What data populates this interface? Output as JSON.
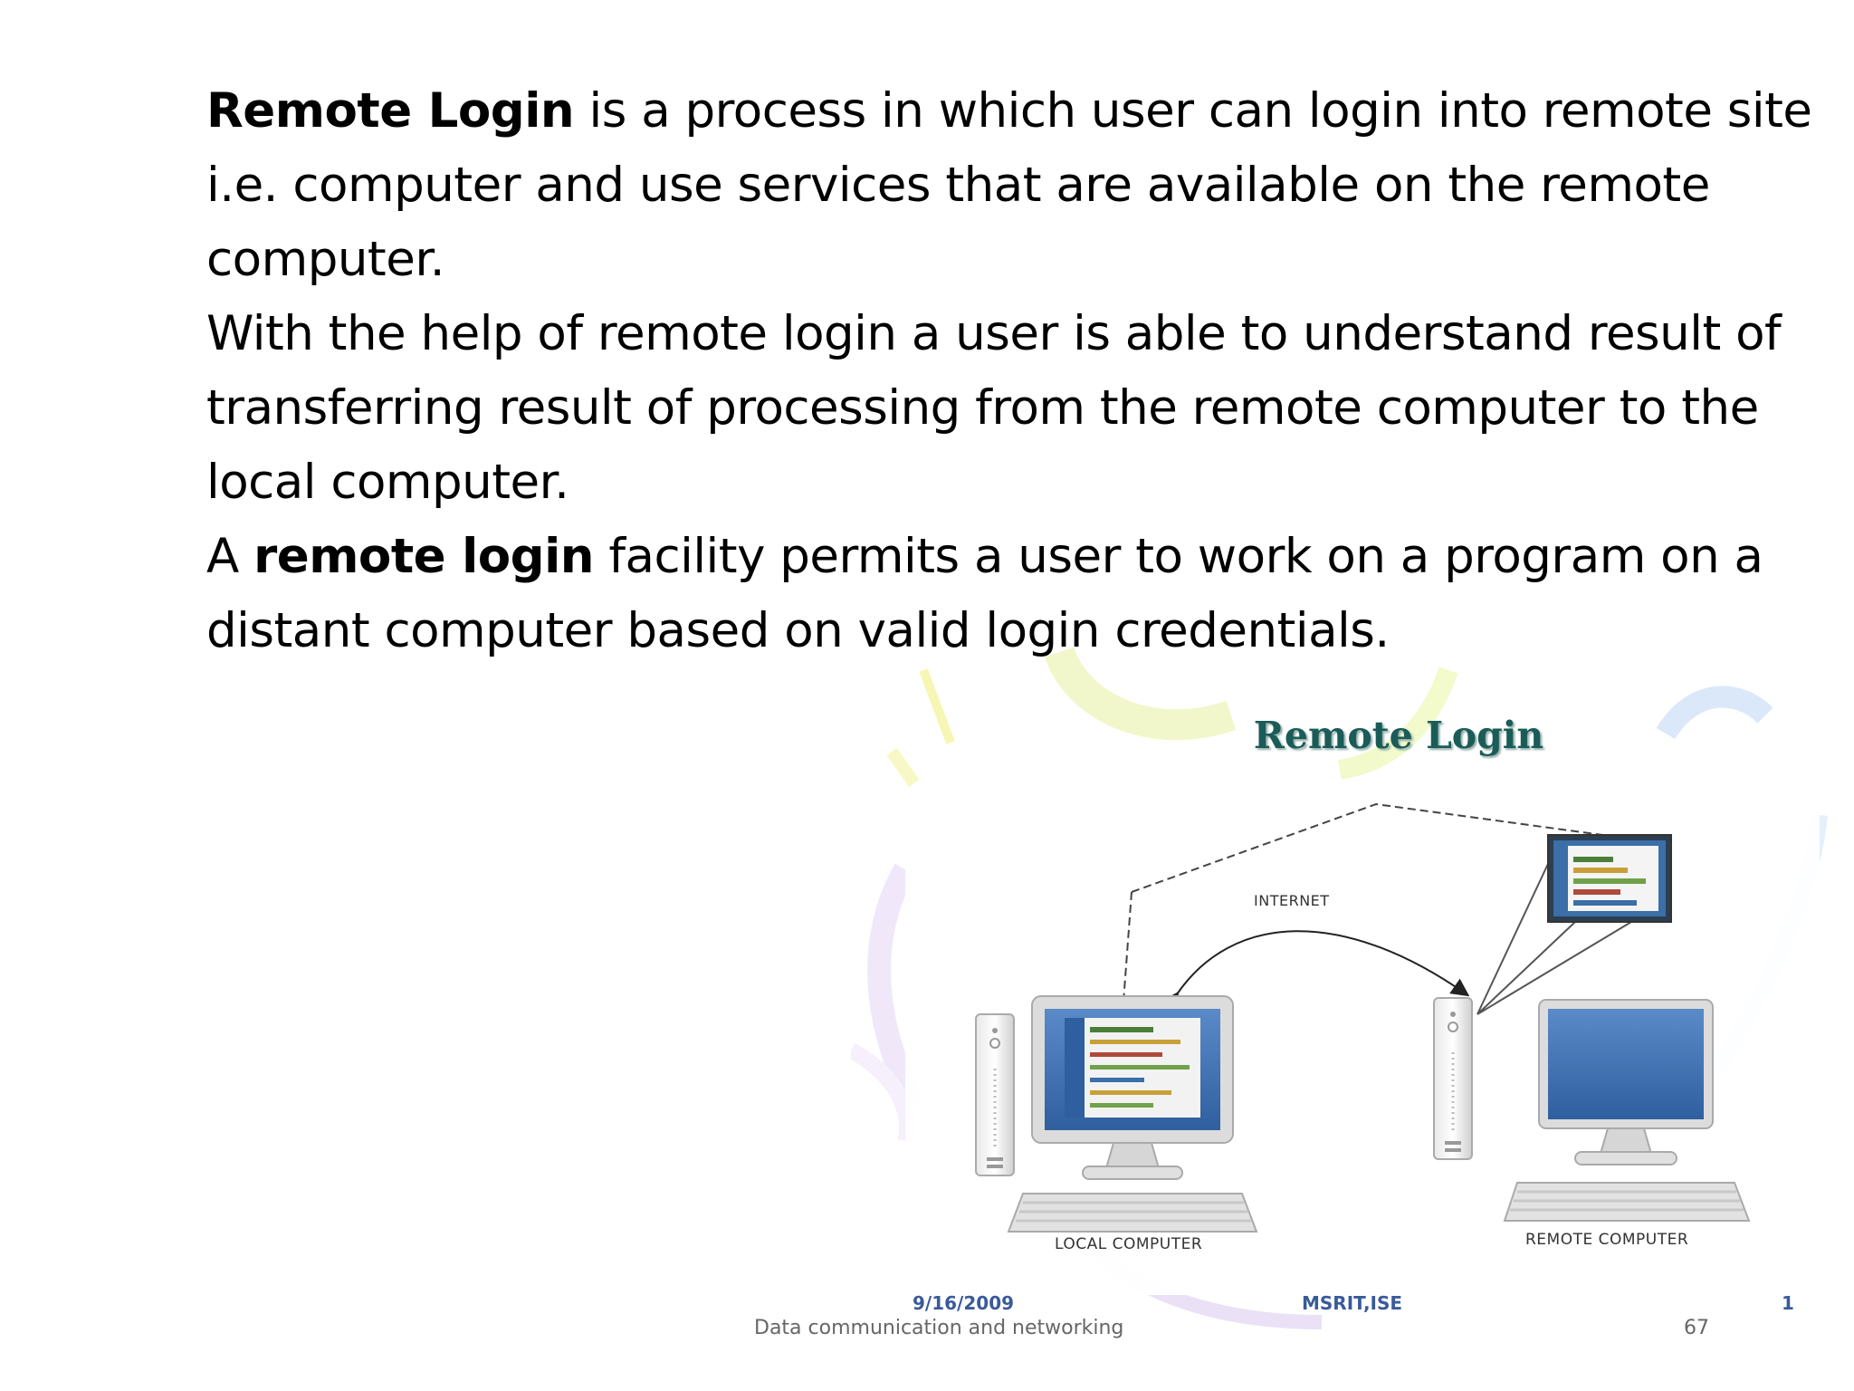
{
  "slide": {
    "paragraphs": [
      {
        "bold": "Remote Login",
        "text": " is a process in which user can login into remote site i.e. computer and use services that are available on the remote computer."
      },
      {
        "text": "With the help of remote login a user is able to understand result of transferring result of processing from the remote computer to the local computer."
      },
      {
        "pre": "A ",
        "bold": "remote login",
        "text": " facility permits a user to work on a program on a distant computer based on valid login credentials."
      }
    ],
    "footer": {
      "title": "Data communication and networking",
      "page": "67"
    }
  },
  "figure": {
    "title": "Remote Login",
    "labels": {
      "internet": "INTERNET",
      "local": "LOCAL COMPUTER",
      "remote": "REMOTE COMPUTER"
    },
    "footer": {
      "date": "9/16/2009",
      "org": "MSRIT,ISE",
      "number": "1"
    }
  }
}
